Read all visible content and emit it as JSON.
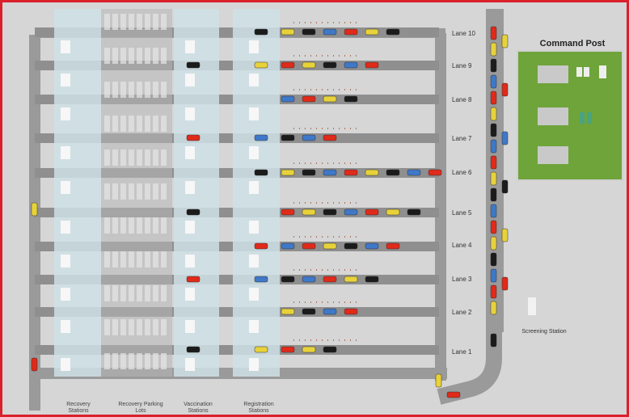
{
  "lanes": [
    "Lane 1",
    "Lane 2",
    "Lane 3",
    "Lane 4",
    "Lane 5",
    "Lane 6",
    "Lane 7",
    "Lane 8",
    "Lane 9",
    "Lane 10"
  ],
  "stations": {
    "recovery": "Recovery Stations",
    "parking": "Recovery Parking Lots",
    "vaccination": "Vaccination Stations",
    "registration": "Registration Stations"
  },
  "command_post": "Command Post",
  "screening": "Screening Station",
  "colors": {
    "frame": "#d9222c",
    "road": "#9a9a9a",
    "ground": "#d6d6d6",
    "grass": "#6ea43a",
    "station_zone": "#cfe0e6",
    "car_red": "#e02a1a",
    "car_yellow": "#e8d23a",
    "car_black": "#1b1b1b",
    "car_blue": "#3f78c8"
  }
}
